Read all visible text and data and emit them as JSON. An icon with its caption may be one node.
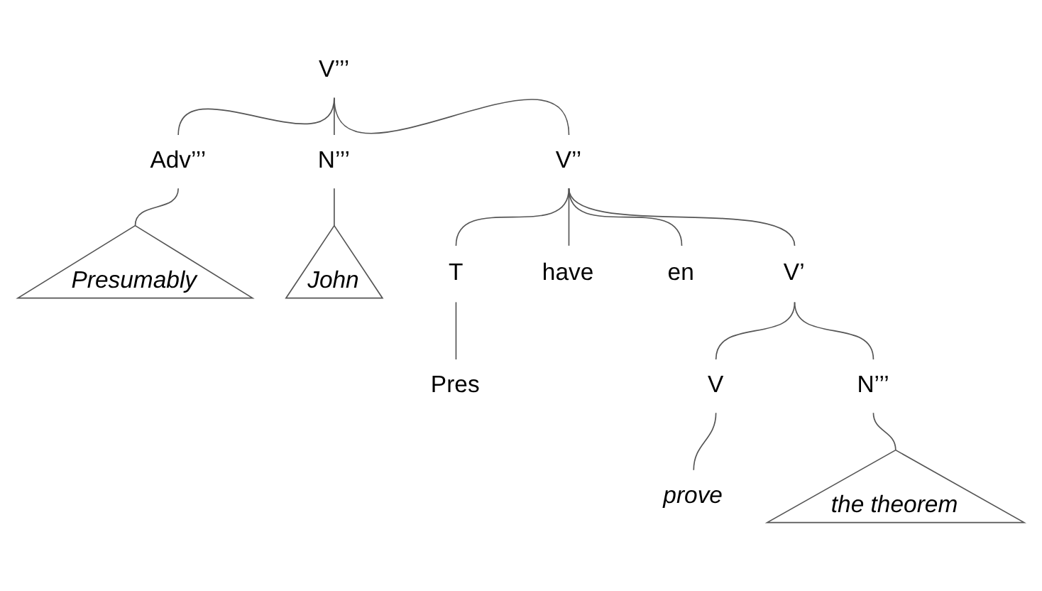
{
  "diagram": {
    "nodes": [
      {
        "text": [
          "V’’’"
        ]
      },
      {
        "text": [
          "Adv’’’"
        ]
      },
      {
        "text": [
          "N’’’"
        ]
      },
      {
        "text": [
          "V’’"
        ]
      },
      {
        "text": [
          "Presumably"
        ]
      },
      {
        "text": [
          "John"
        ]
      },
      {
        "text": [
          "T"
        ]
      },
      {
        "text": [
          "have"
        ]
      },
      {
        "text": [
          "en"
        ]
      },
      {
        "text": [
          "V’"
        ]
      },
      {
        "text": [
          "Pres"
        ]
      },
      {
        "text": [
          "V"
        ]
      },
      {
        "text": [
          "N’’’"
        ]
      },
      {
        "text": [
          "prove"
        ]
      },
      {
        "text": [
          "the theorem"
        ]
      }
    ],
    "edges": [
      {
        "from": 0,
        "to": 1,
        "arrow": "none"
      },
      {
        "from": 0,
        "to": 2,
        "arrow": "none"
      },
      {
        "from": 0,
        "to": 3,
        "arrow": "none"
      },
      {
        "from": 1,
        "to": 4,
        "arrow": "none"
      },
      {
        "from": 2,
        "to": 5,
        "arrow": "none"
      },
      {
        "from": 3,
        "to": 6,
        "arrow": "none"
      },
      {
        "from": 3,
        "to": 7,
        "arrow": "none"
      },
      {
        "from": 3,
        "to": 8,
        "arrow": "none"
      },
      {
        "from": 3,
        "to": 9,
        "arrow": "none"
      },
      {
        "from": 6,
        "to": 10,
        "arrow": "none"
      },
      {
        "from": 9,
        "to": 11,
        "arrow": "none"
      },
      {
        "from": 9,
        "to": 12,
        "arrow": "none"
      },
      {
        "from": 11,
        "to": 13,
        "arrow": "none"
      },
      {
        "from": 12,
        "to": 14,
        "arrow": "none"
      }
    ]
  }
}
